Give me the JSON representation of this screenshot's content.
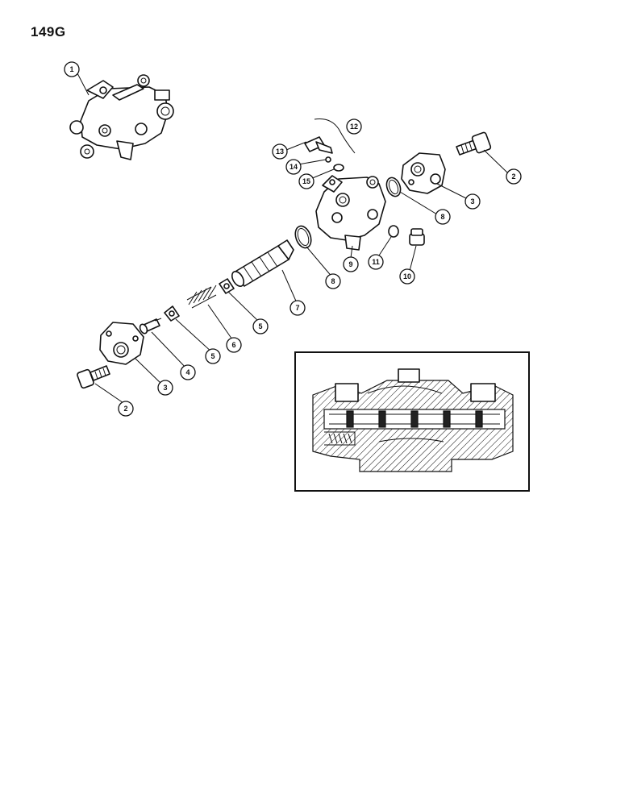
{
  "page": {
    "label": "149G"
  },
  "callouts": [
    {
      "id": "c1",
      "text": "1"
    },
    {
      "id": "c2a",
      "text": "2"
    },
    {
      "id": "c2b",
      "text": "2"
    },
    {
      "id": "c3a",
      "text": "3"
    },
    {
      "id": "c3b",
      "text": "3"
    },
    {
      "id": "c4",
      "text": "4"
    },
    {
      "id": "c5a",
      "text": "5"
    },
    {
      "id": "c5b",
      "text": "5"
    },
    {
      "id": "c6",
      "text": "6"
    },
    {
      "id": "c7",
      "text": "7"
    },
    {
      "id": "c8a",
      "text": "8"
    },
    {
      "id": "c8b",
      "text": "8"
    },
    {
      "id": "c9",
      "text": "9"
    },
    {
      "id": "c10",
      "text": "10"
    },
    {
      "id": "c11",
      "text": "11"
    },
    {
      "id": "c12",
      "text": "12"
    },
    {
      "id": "c13",
      "text": "13"
    },
    {
      "id": "c14",
      "text": "14"
    },
    {
      "id": "c15",
      "text": "15"
    }
  ]
}
